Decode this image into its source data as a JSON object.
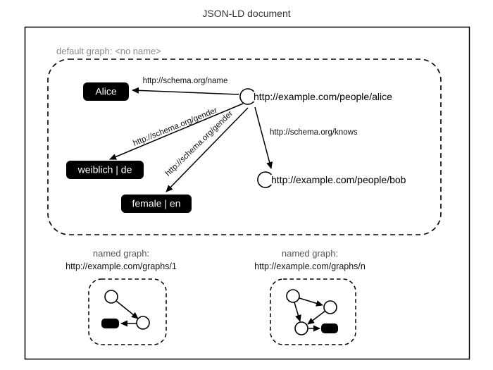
{
  "title": "JSON-LD document",
  "default_graph": {
    "label": "default graph: <no name>",
    "nodes": {
      "alice": "http://example.com/people/alice",
      "bob": "http://example.com/people/bob"
    },
    "literals": {
      "name": "Alice",
      "gender_de": "weiblich | de",
      "gender_en": "female | en"
    },
    "edges": {
      "name": "http://schema.org/name",
      "gender_de": "http://schema.org/gender",
      "gender_en": "http://schema.org/gender",
      "knows": "http://schema.org/knows"
    }
  },
  "named_graphs": [
    {
      "label": "named graph:",
      "uri": "http://example.com/graphs/1"
    },
    {
      "label": "named graph:",
      "uri": "http://example.com/graphs/n"
    }
  ],
  "colors": {
    "background": "#ffffff",
    "line": "#000000",
    "literal_bg": "#000000",
    "literal_text": "#ffffff",
    "default_graph_label": "#8a8a8a",
    "title_text": "#333333"
  }
}
